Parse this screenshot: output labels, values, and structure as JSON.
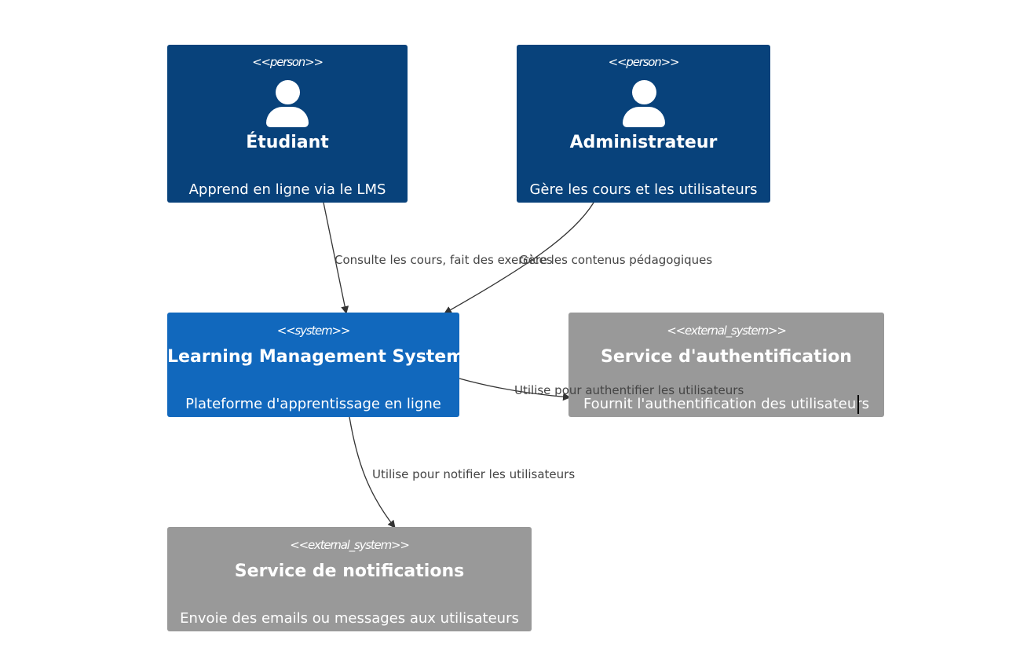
{
  "nodes": {
    "etudiant": {
      "stereotype": "<<person>>",
      "name": "Étudiant",
      "description": "Apprend en ligne via le LMS",
      "icon": "person-icon",
      "color": "#08427b"
    },
    "administrateur": {
      "stereotype": "<<person>>",
      "name": "Administrateur",
      "description": "Gère les cours et les utilisateurs",
      "icon": "person-icon",
      "color": "#08427b"
    },
    "lms": {
      "stereotype": "<<system>>",
      "name": "Learning Management System",
      "description": "Plateforme d'apprentissage en ligne",
      "color": "#1168bd"
    },
    "auth": {
      "stereotype": "<<external_system>>",
      "name": "Service d'authentification",
      "description": "Fournit l'authentification des utilisateurs",
      "color": "#999999"
    },
    "notif": {
      "stereotype": "<<external_system>>",
      "name": "Service de notifications",
      "description": "Envoie des emails ou messages aux utilisateurs",
      "color": "#999999"
    }
  },
  "edges": [
    {
      "from": "etudiant",
      "to": "lms",
      "label": "Consulte les cours, fait des exercices"
    },
    {
      "from": "administrateur",
      "to": "lms",
      "label": "Gère les contenus pédagogiques"
    },
    {
      "from": "lms",
      "to": "auth",
      "label": "Utilise pour authentifier les utilisateurs"
    },
    {
      "from": "lms",
      "to": "notif",
      "label": "Utilise pour notifier les utilisateurs"
    }
  ],
  "colors": {
    "edge": "#333333",
    "edge_label": "#444444"
  }
}
